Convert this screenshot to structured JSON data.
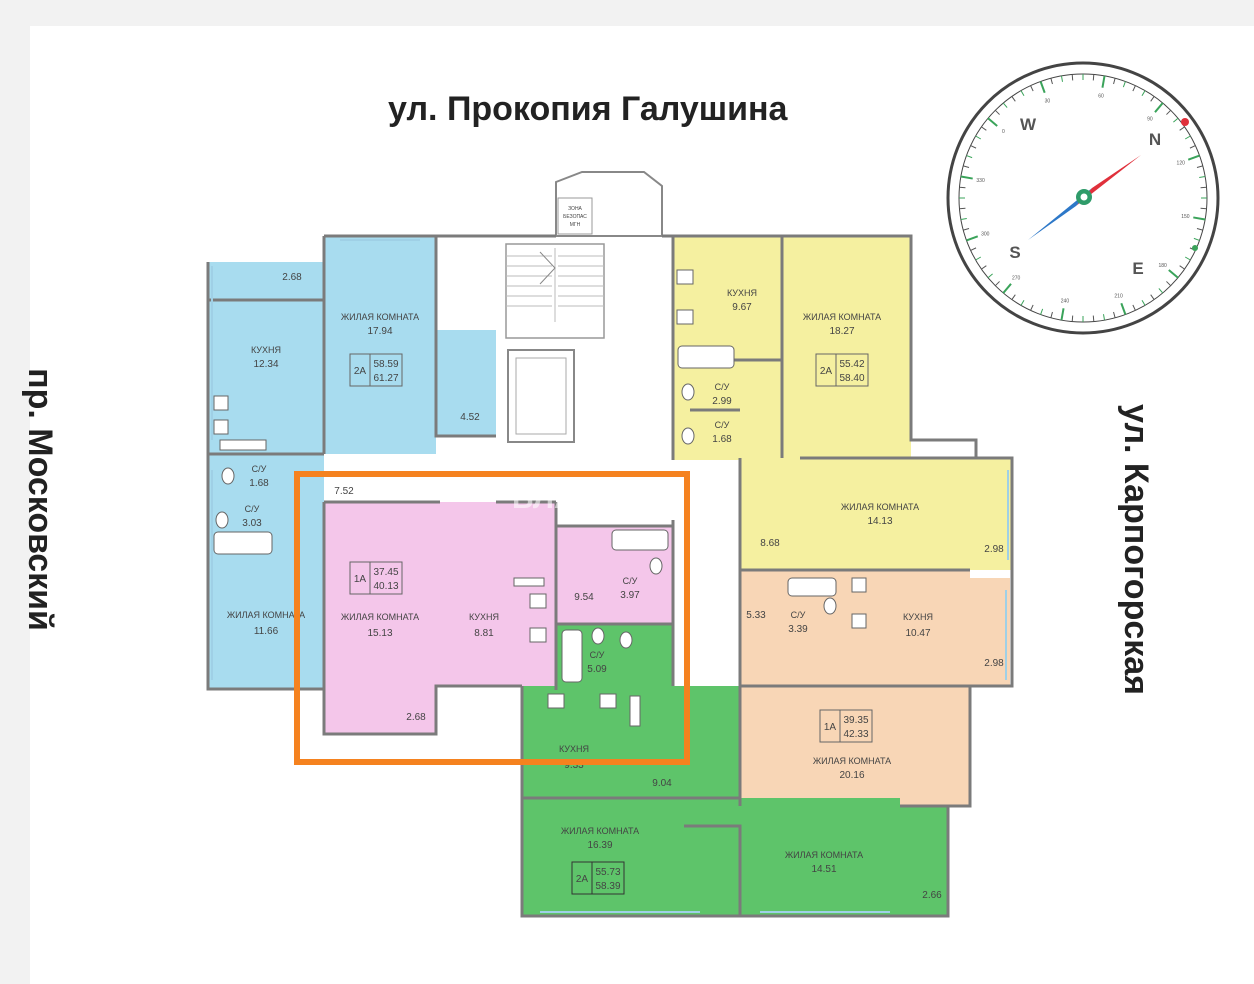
{
  "streets": {
    "north": "ул. Прокопия Галушина",
    "west": "пр. Московский",
    "east": "ул. Карпогорская"
  },
  "colors": {
    "blue": "#a8dcef",
    "yellow": "#f5f0a0",
    "pink": "#f4c6ea",
    "green": "#5ec46a",
    "peach": "#f8d6b6",
    "highlight": "#f5821f"
  },
  "watermark": "ВЛАДИС",
  "stair_zone": [
    "ЗОНА",
    "БЕЗОПАС",
    "МГН"
  ],
  "compass": {
    "north": "N",
    "south": "S",
    "east": "E",
    "west": "W",
    "degrees": [
      "0",
      "30",
      "60",
      "90",
      "120",
      "150",
      "180",
      "210",
      "240",
      "270",
      "300",
      "330"
    ]
  },
  "apartments": {
    "blue": {
      "type": "2А",
      "area": "58.59",
      "total": "61.27",
      "rooms": {
        "balcony": "2.68",
        "living_label": "ЖИЛАЯ КОМНАТА",
        "living_area": "17.94",
        "kitchen_label": "КУХНЯ",
        "kitchen_area": "12.34",
        "hall": "4.52",
        "bath1_label": "С/У",
        "bath1_area": "1.68",
        "bath2_label": "С/У",
        "bath2_area": "3.03",
        "living2_label": "ЖИЛАЯ КОМНАТА",
        "living2_area": "11.66"
      }
    },
    "pink": {
      "type": "1А",
      "area": "37.45",
      "total": "40.13",
      "rooms": {
        "lobby": "7.52",
        "living_label": "ЖИЛАЯ КОМНАТА",
        "living_area": "15.13",
        "kitchen_label": "КУХНЯ",
        "kitchen_area": "8.81",
        "hall": "9.54",
        "bath_label": "С/У",
        "bath_area": "3.97",
        "balcony": "2.68"
      }
    },
    "green": {
      "type": "2А",
      "area": "55.73",
      "total": "58.39",
      "rooms": {
        "bath_label": "С/У",
        "bath_area": "5.09",
        "kitchen_label": "КУХНЯ",
        "kitchen_area": "9.33",
        "hall": "9.04",
        "living_label": "ЖИЛАЯ КОМНАТА",
        "living_area": "16.39",
        "living2_label": "ЖИЛАЯ КОМНАТА",
        "living2_area": "14.51",
        "balcony": "2.66"
      }
    },
    "yellow": {
      "type": "2А",
      "area": "55.42",
      "total": "58.40",
      "rooms": {
        "kitchen_label": "КУХНЯ",
        "kitchen_area": "9.67",
        "living_label": "ЖИЛАЯ КОМНАТА",
        "living_area": "18.27",
        "bath1_label": "С/У",
        "bath1_area": "2.99",
        "bath2_label": "С/У",
        "bath2_area": "1.68",
        "living2_label": "ЖИЛАЯ КОМНАТА",
        "living2_area": "14.13",
        "hall": "8.68",
        "balcony": "2.98"
      }
    },
    "peach": {
      "type": "1А",
      "area": "39.35",
      "total": "42.33",
      "rooms": {
        "hall": "5.33",
        "bath_label": "С/У",
        "bath_area": "3.39",
        "kitchen_label": "КУХНЯ",
        "kitchen_area": "10.47",
        "balcony": "2.98",
        "living_label": "ЖИЛАЯ КОМНАТА",
        "living_area": "20.16"
      }
    }
  }
}
